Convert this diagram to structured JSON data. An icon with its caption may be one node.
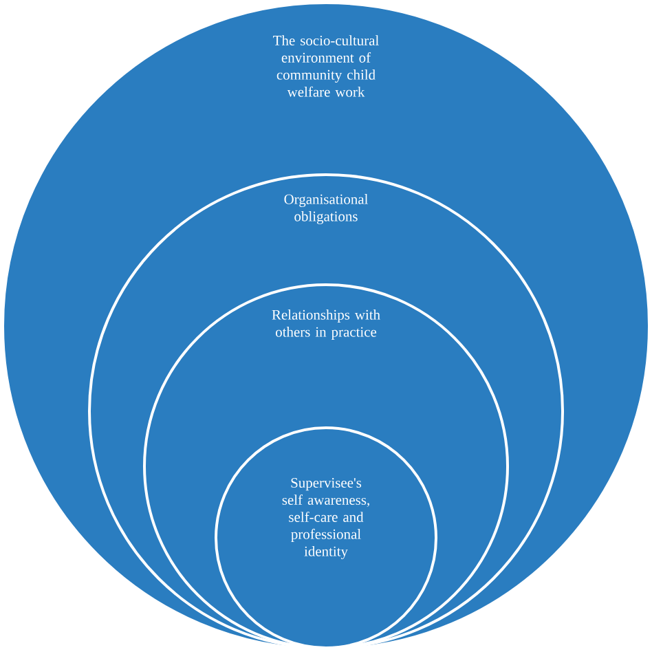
{
  "diagram": {
    "nodes": [
      {
        "text": [
          "The socio-cultural environment of community child welfare work"
        ]
      },
      {
        "text": [
          "Organisational obligations"
        ],
        "in": 0
      },
      {
        "text": [
          "Relationships with others in practice"
        ],
        "in": 1
      },
      {
        "text": [
          "Supervisee's self awareness, self-care and professional identity"
        ],
        "in": 2
      }
    ]
  }
}
